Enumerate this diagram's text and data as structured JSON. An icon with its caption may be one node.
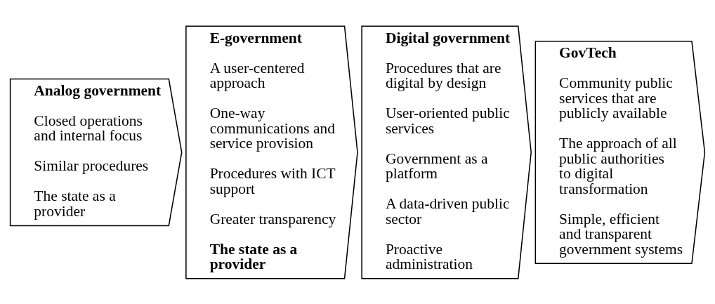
{
  "diagram": {
    "nodes": [
      {
        "text": [
          "**Analog government**",
          "Closed operations and internal focus",
          "Similar procedures",
          "The state as a provider"
        ]
      },
      {
        "text": [
          "**E-government**",
          "A user-centered approach",
          "One-way communications and service provision",
          "Procedures with ICT support",
          "Greater transparency",
          "**The state as a provider**"
        ]
      },
      {
        "text": [
          "**Digital government**",
          "Procedures that are digital by design",
          "User-oriented public services",
          "Government as a platform",
          "A data-driven public sector",
          "Proactive administration"
        ]
      },
      {
        "text": [
          "**GovTech**",
          "Community public services that are publicly available",
          "The approach of all public authorities to digital transformation",
          "Simple, efficient and transparent government systems"
        ]
      }
    ]
  }
}
